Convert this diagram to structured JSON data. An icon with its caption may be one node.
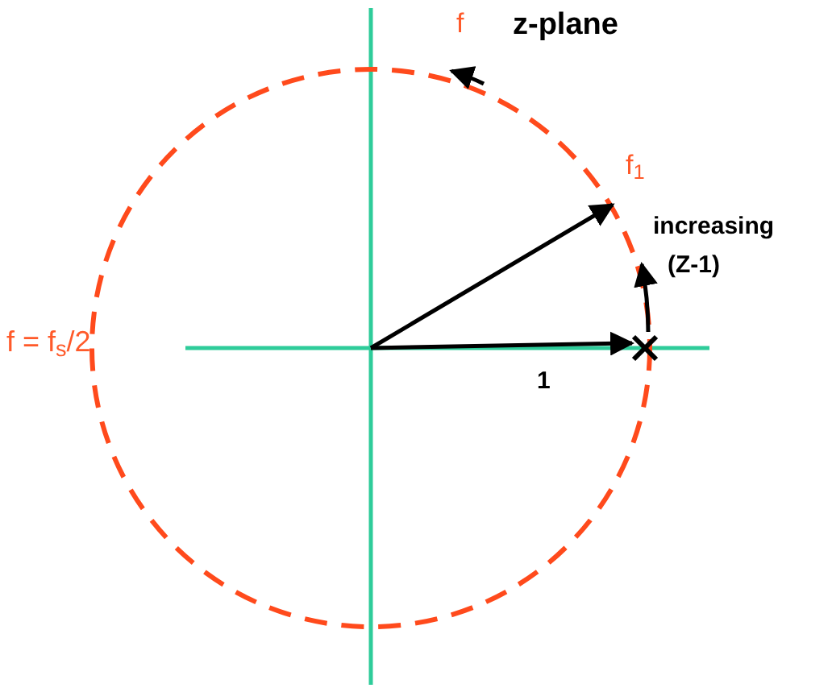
{
  "diagram": {
    "labels": [
      "z-plane",
      "f",
      "f$_{1}$",
      "increasing",
      "(Z-1)",
      "f = f$_{s}$/2",
      "1"
    ]
  }
}
